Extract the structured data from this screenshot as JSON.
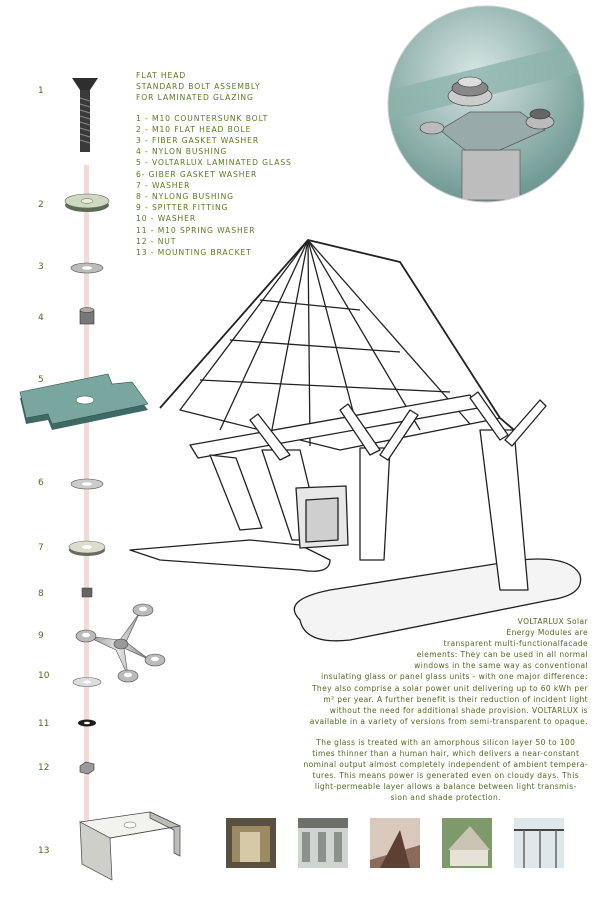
{
  "title_lines": [
    "FLAT HEAD",
    "STANDARD BOLT ASSEMBLY",
    "FOR LAMINATED GLAZING"
  ],
  "parts": [
    "1 - M10 COUNTERSUNK BOLT",
    "2 - M10 FLAT HEAD BOLE",
    "3 - FIBER GASKET WASHER",
    "4 - NYLON BUSHING",
    "5 - VOLTARLUX LAMINATED GLASS",
    "6- GIBER GASKET WASHER",
    "7 - WASHER",
    "8 - NYLONG BUSHING",
    "9 - SPITTER FITTING",
    "10 - WASHER",
    "11 - M10 SPRING WASHER",
    "12 - NUT",
    "13 - MOUNTING BRACKET"
  ],
  "numbers": [
    "1",
    "2",
    "3",
    "4",
    "5",
    "6",
    "7",
    "8",
    "9",
    "10",
    "11",
    "12",
    "13"
  ],
  "paragraph1": [
    "VOLTARLUX Solar",
    "Energy Modules are",
    "transparent multi-functionalfacade",
    "elements: They can be used in all normal",
    "windows in the same way as conventional",
    "insulating glass or panel glass units - with one major difference:",
    "They also comprise a solar power unit delivering up to 60 kWh per",
    "m² per year. A further benefit is their reduction of incident light",
    "without the need for additional shade provision. VOLTARLUX is",
    "available in a variety of versions from semi-transparent to opaque."
  ],
  "paragraph2": [
    "The glass is treated with an amorphous silicon layer 50 to 100",
    "times thinner than a human hair, which delivers a near-constant",
    "nominal output almost completely independent of ambient tempera-",
    "tures. This means power is generated even on cloudy days. This",
    "light-permeable layer allows  a balance between light transmis-",
    "sion and shade protection."
  ],
  "colors": {
    "text_green": "#5a7a1c",
    "glass": "#6f9c96",
    "glass_dark": "#3f6b66",
    "rod": "#f2d3d3"
  }
}
